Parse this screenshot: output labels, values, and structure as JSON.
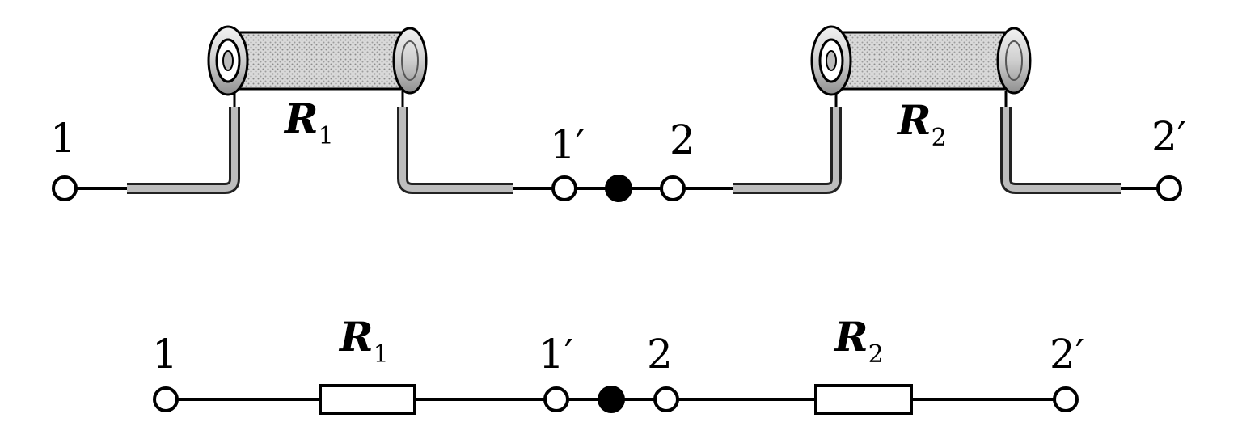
{
  "terminals": {
    "t1": "1",
    "t1p": "1′",
    "t2": "2",
    "t2p": "2′"
  },
  "resistors": {
    "r1": {
      "letter": "R",
      "subscript": "1"
    },
    "r2": {
      "letter": "R",
      "subscript": "2"
    }
  }
}
